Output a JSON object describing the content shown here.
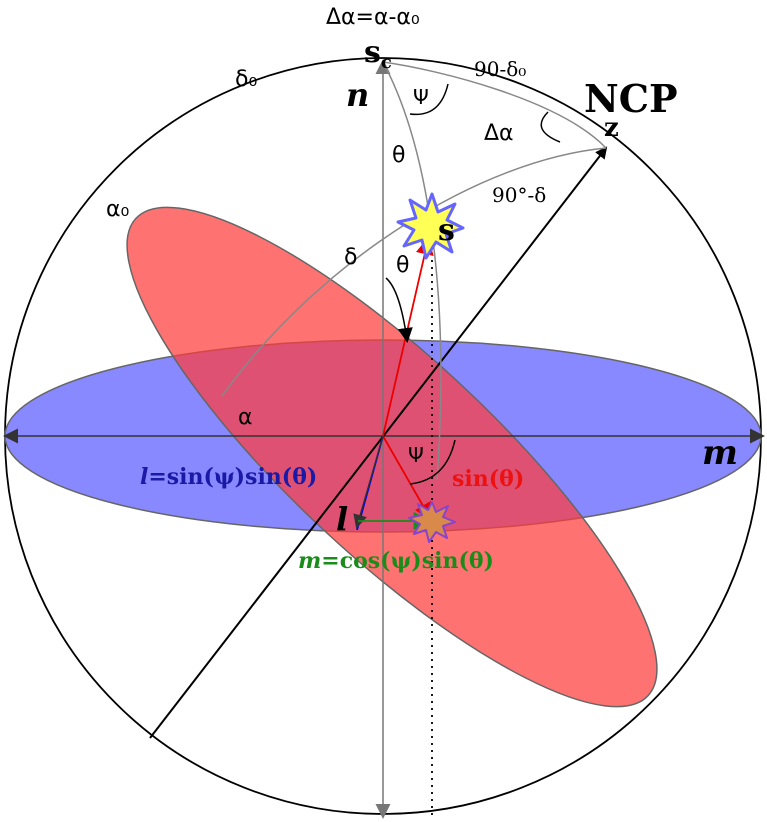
{
  "labels": {
    "delta_alpha_def": "Δα=α-α₀",
    "s_c": "s",
    "s_c_sub": "c",
    "delta0": "δ₀",
    "ninety_minus_delta0": "90-δ₀",
    "ncp": "NCP",
    "z": "z",
    "n": "n",
    "psi_top": "Ψ",
    "delta_alpha": "Δα",
    "theta_top": "θ",
    "ninety_minus_delta": "90°-δ",
    "alpha0": "α₀",
    "s": "s",
    "delta": "δ",
    "theta_mid": "θ",
    "alpha": "α",
    "psi_bottom": "Ψ",
    "m": "m",
    "l": "l",
    "l_formula_head": "l",
    "l_formula_tail": "=sin(ψ)sin(θ)",
    "sin_theta": "sin(θ)",
    "m_formula_head": "m",
    "m_formula_tail": "=cos(ψ)sin(θ)"
  },
  "colors": {
    "blue_plane": "#7b7bff",
    "red_plane": "#ff5c5c",
    "red_vector": "#ff0000",
    "blue_label": "#1a1aa6",
    "green_label": "#1a8c1a",
    "star_fill": "#ffff55",
    "star_outline": "#6666ff",
    "grey_arc": "#888888"
  }
}
